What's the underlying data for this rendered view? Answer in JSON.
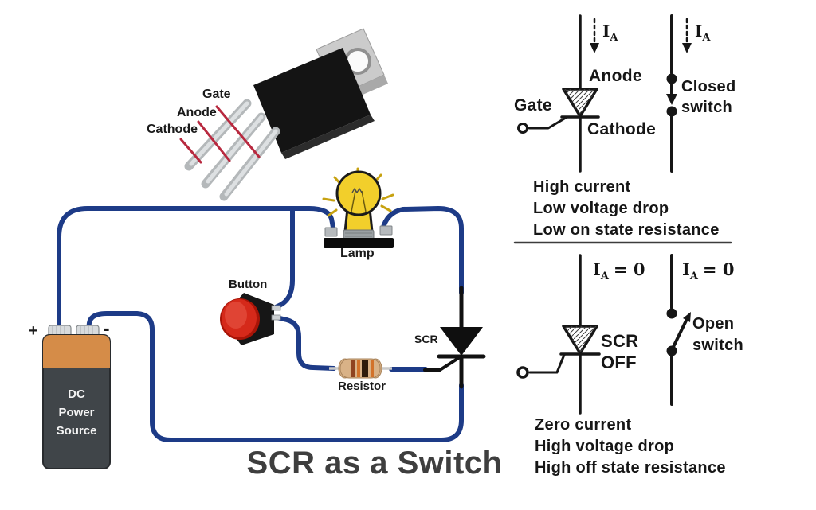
{
  "title": "SCR as a Switch",
  "package_labels": {
    "gate": "Gate",
    "anode": "Anode",
    "cathode": "Cathode"
  },
  "circuit": {
    "battery": {
      "plus": "+",
      "minus": "-",
      "label": "DC\nPower\nSource"
    },
    "button_label": "Button",
    "lamp_label": "Lamp",
    "resistor_label": "Resistor",
    "scr_label": "SCR"
  },
  "schematic": {
    "on": {
      "current_symbol": "I",
      "current_sub": "A",
      "anode": "Anode",
      "gate": "Gate",
      "cathode": "Cathode",
      "switch": "Closed\nswitch",
      "notes": [
        "High current",
        "Low voltage drop",
        "Low on state resistance"
      ]
    },
    "off": {
      "current_symbol": "I",
      "current_sub": "A",
      "current_eq": "= 0",
      "scr_state": "SCR\nOFF",
      "switch": "Open\nswitch",
      "notes": [
        "Zero current",
        "High voltage drop",
        "High off state resistance"
      ]
    }
  },
  "colors": {
    "wire_blue": "#1d3b87",
    "battery_orange": "#d58c48",
    "button_red": "#d5291a",
    "bulb_yellow": "#f2cf2b",
    "pointer_red": "#b8293f",
    "schematic_ink": "#161616"
  }
}
